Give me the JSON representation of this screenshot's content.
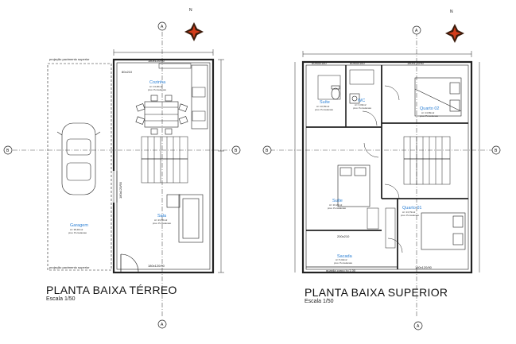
{
  "plans": [
    {
      "title": "PLANTA BAIXA TÉRREO",
      "scale": "Escala 1/50",
      "rooms": [
        {
          "name": "Cozinha",
          "area": "A= 13,96m2",
          "floor": "piso: Porcelanato"
        },
        {
          "name": "Sala",
          "area": "A= 23,86m2",
          "floor": "piso: Porcelanato"
        },
        {
          "name": "Garagem",
          "area": "A= 38,46m2",
          "floor": "piso: Porcelanato"
        }
      ],
      "labels": {
        "projection_top": "projeção pavimento superior",
        "projection_bottom": "projeção pavimento superior",
        "door_top": "180x120/90",
        "door_bottom": "180x120/90",
        "window_left": "180x120/90",
        "upper_left": "80x210"
      }
    },
    {
      "title": "PLANTA BAIXA SUPERIOR",
      "scale": "Escala 1/50",
      "rooms": [
        {
          "name": "Suíte",
          "area": "A= 10,59m2",
          "floor": "piso: Porcelanato"
        },
        {
          "name": "WC",
          "area": "A= 3,09m2",
          "floor": "piso: Porcelanato"
        },
        {
          "name": "Quarto 02",
          "area": "A= 13,89m2",
          "floor": "piso: Porcelanato"
        },
        {
          "name": "Suíte",
          "area": "A= 16,29m2",
          "floor": "piso: Porcelanato"
        },
        {
          "name": "Quarto 01",
          "area": "A= 13,79m2",
          "floor": "piso: Porcelanato"
        },
        {
          "name": "Sacada",
          "area": "A= 5,02m2",
          "floor": "piso: Porcelanato"
        }
      ],
      "labels": {
        "window_top_a": "60x65/160",
        "window_top_b": "60x65/160",
        "window_top_c": "180x120/90",
        "window_bottom": "180x120/90",
        "guard_rail": "guarda corpo h=1,00",
        "door_mid": "200x210"
      }
    }
  ],
  "axis_labels": [
    "A",
    "B"
  ]
}
